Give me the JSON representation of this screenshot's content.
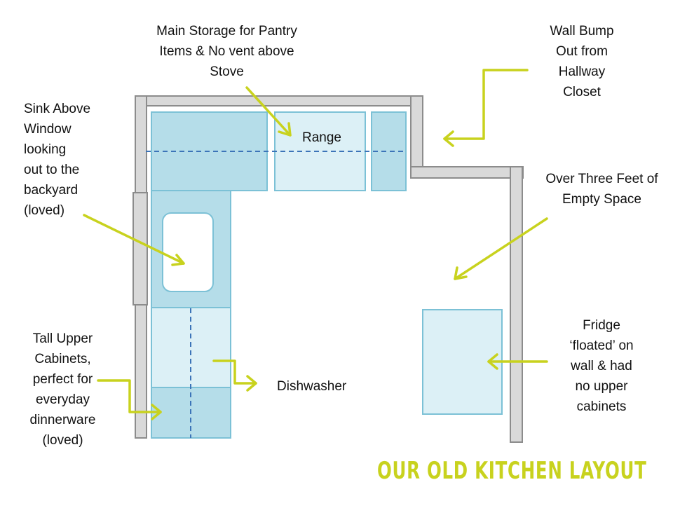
{
  "title": "OUR OLD KITCHEN LAYOUT",
  "colors": {
    "wall_fill": "#d9d9d9",
    "wall_stroke": "#8c8c8c",
    "cabinet_dark": "#b5dde9",
    "cabinet_light": "#dcf0f6",
    "cabinet_stroke": "#7cc1d6",
    "dashed_line": "#3c74b8",
    "arrow": "#c8d21e",
    "title": "#c8d21e"
  },
  "fixtures": {
    "range": "Range",
    "dishwasher": "Dishwasher"
  },
  "annotations": {
    "pantry": [
      "Main Storage for Pantry",
      "Items & No vent above",
      "Stove"
    ],
    "wall_bump": [
      "Wall Bump",
      "Out from",
      "Hallway",
      "Closet"
    ],
    "sink": [
      "Sink Above",
      "Window",
      "looking",
      "out to the",
      "backyard",
      "(loved)"
    ],
    "empty_space": [
      "Over Three Feet of",
      "Empty Space"
    ],
    "tall_upper": [
      "Tall Upper",
      "Cabinets,",
      "perfect for",
      "everyday",
      "dinnerware",
      "(loved)"
    ],
    "fridge": [
      "Fridge",
      "‘floated’ on",
      "wall & had",
      "no upper",
      "cabinets"
    ]
  }
}
